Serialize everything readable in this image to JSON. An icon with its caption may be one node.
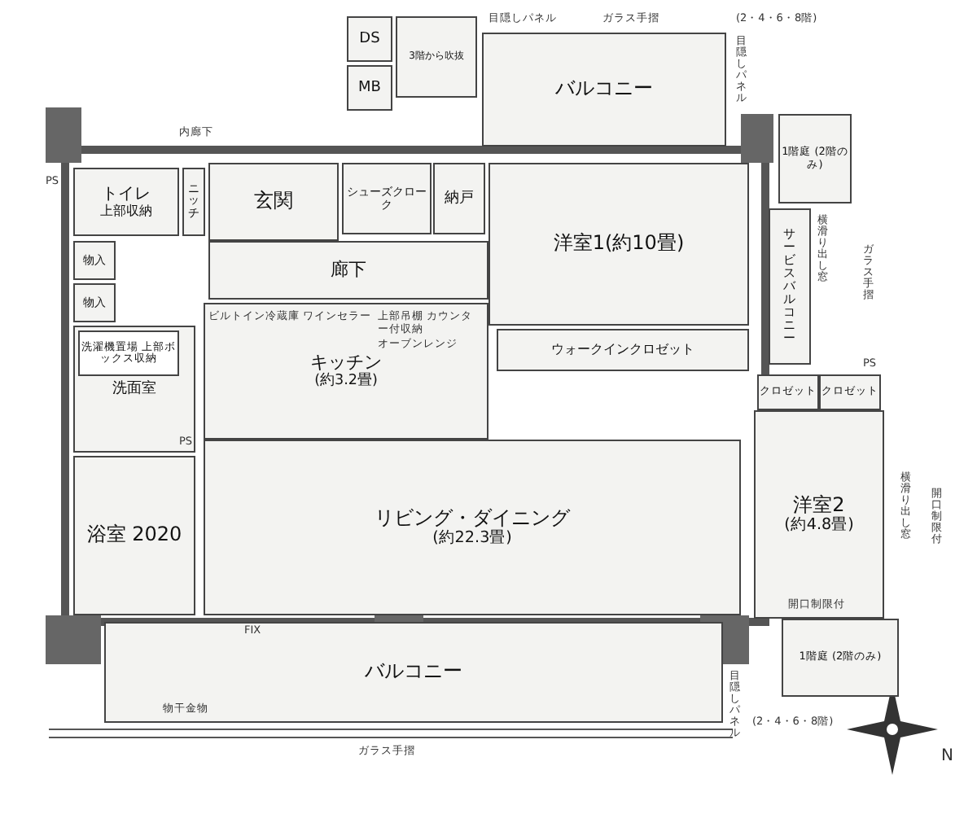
{
  "diagram": {
    "nodes": [
      {
        "text": [
          "DS"
        ]
      },
      {
        "text": [
          "MB"
        ]
      },
      {
        "text": [
          "3階から吹抜"
        ]
      },
      {
        "text": [
          "バルコニー"
        ]
      },
      {
        "text": [
          "トイレ",
          "上部収納"
        ]
      },
      {
        "text": [
          "ニッチ"
        ]
      },
      {
        "text": [
          "玄関"
        ]
      },
      {
        "text": [
          "シューズクローク"
        ]
      },
      {
        "text": [
          "納戸"
        ]
      },
      {
        "text": [
          "廊下"
        ]
      },
      {
        "text": [
          "物入"
        ]
      },
      {
        "text": [
          "物入"
        ]
      },
      {
        "text": [
          "洗面室"
        ]
      },
      {
        "text": [
          "洗濯機置場 上部ボックス収納"
        ],
        "in": 12
      },
      {
        "text": [
          "浴室 2020"
        ]
      },
      {
        "text": [
          "キッチン",
          "(約3.2畳)"
        ]
      },
      {
        "text": [
          "リビング・ダイニング",
          "(約22.3畳)"
        ]
      },
      {
        "text": [
          "洋室1(約10畳)"
        ]
      },
      {
        "text": [
          "ウォークインクロゼット"
        ]
      },
      {
        "text": [
          "クロゼット"
        ]
      },
      {
        "text": [
          "クロゼット"
        ]
      },
      {
        "text": [
          "洋室2",
          "(約4.8畳)"
        ]
      },
      {
        "text": [
          "サービスバルコニー"
        ]
      },
      {
        "text": [
          "1階庭 (2階のみ)"
        ]
      },
      {
        "text": [
          "1階庭 (2階のみ)"
        ]
      },
      {
        "text": [
          "バルコニー"
        ]
      }
    ],
    "labels": [
      "目隠しパネル",
      "ガラス手摺",
      "(2・4・6・8階)",
      "目隠しパネル",
      "内廊下",
      "PS",
      "横滑り出し窓",
      "ガラス手摺",
      "ビルトイン冷蔵庫",
      "ワインセラー",
      "上部吊棚 カウンター付収納",
      "オーブンレンジ",
      "PS",
      "PS",
      "横滑り出し窓",
      "開口制限付",
      "開口制限付",
      "FIX",
      "物干金物",
      "目隠しパネル",
      "(2・4・6・8階)",
      "ガラス手摺",
      "N"
    ]
  }
}
